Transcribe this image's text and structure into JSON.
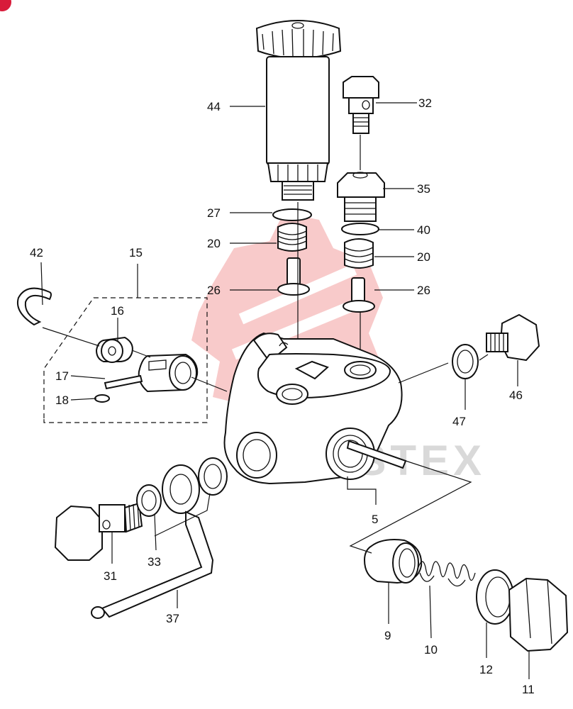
{
  "diagram": {
    "watermark_text": "USTEX",
    "labels": {
      "p44": "44",
      "p32": "32",
      "p35": "35",
      "p27": "27",
      "p40": "40",
      "p20a": "20",
      "p20b": "20",
      "p26a": "26",
      "p26b": "26",
      "p42": "42",
      "p15": "15",
      "p16": "16",
      "p17": "17",
      "p18": "18",
      "p46": "46",
      "p47": "47",
      "p5": "5",
      "p31": "31",
      "p33": "33",
      "p37": "37",
      "p9": "9",
      "p10": "10",
      "p12": "12",
      "p11": "11"
    }
  }
}
